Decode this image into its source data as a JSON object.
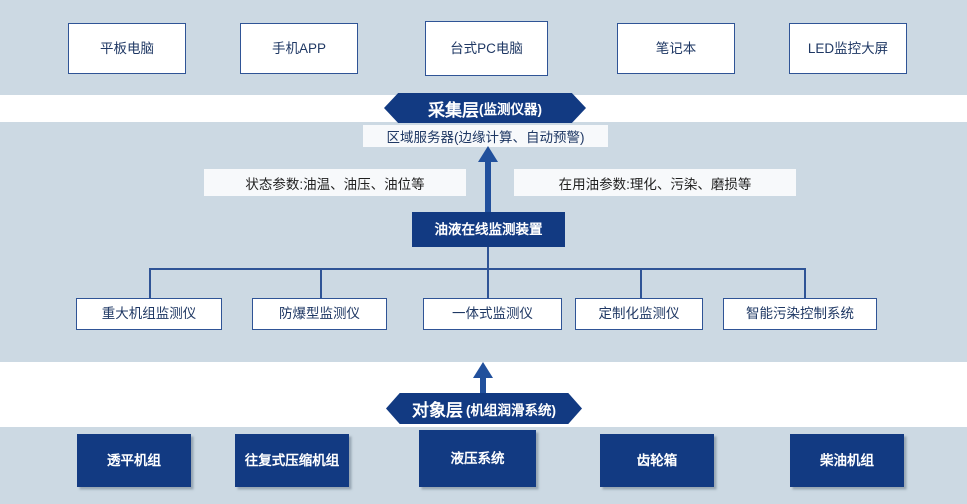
{
  "colors": {
    "band": "#ccd9e3",
    "deep_blue": "#123a82",
    "outline_blue": "#2f5496",
    "text_blue": "#1f3864",
    "page_bg": "#ffffff"
  },
  "diagram": {
    "title_hidden": "",
    "presentation_layer": {
      "name": "presentation-devices",
      "items": [
        {
          "label": "平板电脑"
        },
        {
          "label": "手机APP"
        },
        {
          "label": "台式PC电脑"
        },
        {
          "label": "笔记本"
        },
        {
          "label": "LED监控大屏"
        }
      ]
    },
    "collection_banner": {
      "main": "采集层",
      "sub": "(监测仪器)"
    },
    "server": {
      "label": "区域服务器(边缘计算、自动预警)"
    },
    "parameters": [
      {
        "label": "状态参数:油温、油压、油位等"
      },
      {
        "label": "在用油参数:理化、污染、磨损等"
      }
    ],
    "device_hub": {
      "label": "油液在线监测装置"
    },
    "monitors": [
      {
        "label": "重大机组监测仪"
      },
      {
        "label": "防爆型监测仪"
      },
      {
        "label": "一体式监测仪"
      },
      {
        "label": "定制化监测仪"
      },
      {
        "label": "智能污染控制系统"
      }
    ],
    "object_banner": {
      "main": "对象层",
      "sub": "(机组润滑系统)"
    },
    "objects": [
      {
        "label": "透平机组"
      },
      {
        "label": "往复式压缩机组"
      },
      {
        "label": "液压系统"
      },
      {
        "label": "齿轮箱"
      },
      {
        "label": "柴油机组"
      }
    ]
  }
}
